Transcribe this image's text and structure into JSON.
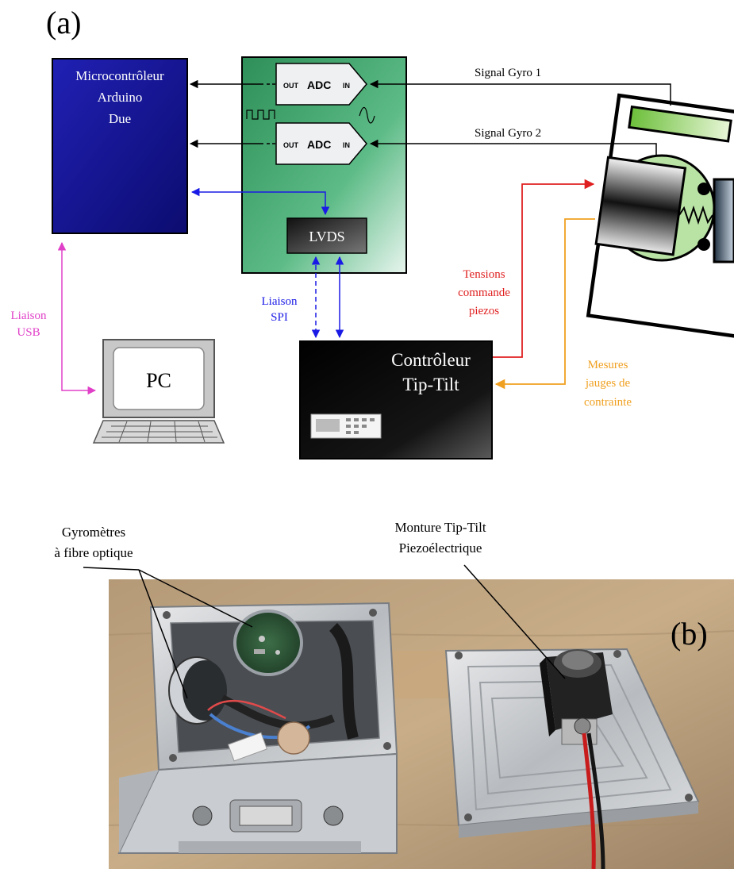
{
  "panel_a": {
    "label": "(a)",
    "microcontroller": {
      "line1": "Microcontrôleur",
      "line2": "Arduino",
      "line3": "Due"
    },
    "adc_block": {
      "adc": "ADC",
      "out": "OUT",
      "in": "IN"
    },
    "lvds": "LVDS",
    "signals": {
      "gyro1": "Signal Gyro 1",
      "gyro2": "Signal Gyro 2"
    },
    "spi_link": {
      "line1": "Liaison",
      "line2": "SPI"
    },
    "usb_link": {
      "line1": "Liaison",
      "line2": "USB"
    },
    "pc": "PC",
    "controller": {
      "line1": "Contrôleur",
      "line2": "Tip-Tilt"
    },
    "piezo_voltages": {
      "line1": "Tensions",
      "line2": "commande",
      "line3": "piezos"
    },
    "strain_gauges": {
      "line1": "Mesures",
      "line2": "jauges de",
      "line3": "contrainte"
    }
  },
  "panel_b": {
    "label": "(b)",
    "gyrometers": {
      "line1": "Gyromètres",
      "line2": "à fibre optique"
    },
    "mount": {
      "line1": "Monture Tip-Tilt",
      "line2": "Piezoélectrique"
    }
  },
  "colors": {
    "blue_box": "#1a1a9e",
    "green_board": "#3aa064",
    "link_blue": "#1a1ae6",
    "link_magenta": "#e040c8",
    "piezo_red": "#e02020",
    "gauge_orange": "#f0a020",
    "text_red": "#e02020",
    "text_orange": "#f0a020",
    "text_magenta": "#e040c8",
    "text_blue": "#1a1ae6"
  }
}
